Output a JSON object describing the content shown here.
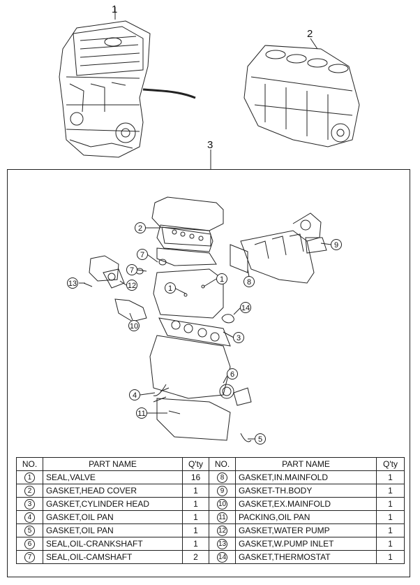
{
  "callouts": {
    "engine_assy": "1",
    "short_block": "2",
    "gasket_kit": "3"
  },
  "bubbles": [
    "2",
    "7",
    "7",
    "13",
    "12",
    "1",
    "1",
    "10",
    "3",
    "9",
    "8",
    "14",
    "6",
    "4",
    "11",
    "5"
  ],
  "table": {
    "headers": {
      "no": "NO.",
      "part_name": "PART NAME",
      "qty": "Q'ty"
    },
    "rows": [
      {
        "left_no": "1",
        "left_name": "SEAL,VALVE",
        "left_qty": "16",
        "right_no": "8",
        "right_name": "GASKET,IN.MAINFOLD",
        "right_qty": "1"
      },
      {
        "left_no": "2",
        "left_name": "GASKET,HEAD COVER",
        "left_qty": "1",
        "right_no": "9",
        "right_name": "GASKET-TH.BODY",
        "right_qty": "1"
      },
      {
        "left_no": "3",
        "left_name": "GASKET,CYLINDER HEAD",
        "left_qty": "1",
        "right_no": "10",
        "right_name": "GASKET,EX.MAINFOLD",
        "right_qty": "1"
      },
      {
        "left_no": "4",
        "left_name": "GASKET,OIL PAN",
        "left_qty": "1",
        "right_no": "11",
        "right_name": "PACKING,OIL PAN",
        "right_qty": "1"
      },
      {
        "left_no": "5",
        "left_name": "GASKET,OIL PAN",
        "left_qty": "1",
        "right_no": "12",
        "right_name": "GASKET,WATER PUMP",
        "right_qty": "1"
      },
      {
        "left_no": "6",
        "left_name": "SEAL,OIL-CRANKSHAFT",
        "left_qty": "1",
        "right_no": "13",
        "right_name": "GASKET,W.PUMP INLET",
        "right_qty": "1"
      },
      {
        "left_no": "7",
        "left_name": "SEAL,OIL-CAMSHAFT",
        "left_qty": "2",
        "right_no": "14",
        "right_name": "GASKET,THERMOSTAT",
        "right_qty": "1"
      }
    ]
  }
}
